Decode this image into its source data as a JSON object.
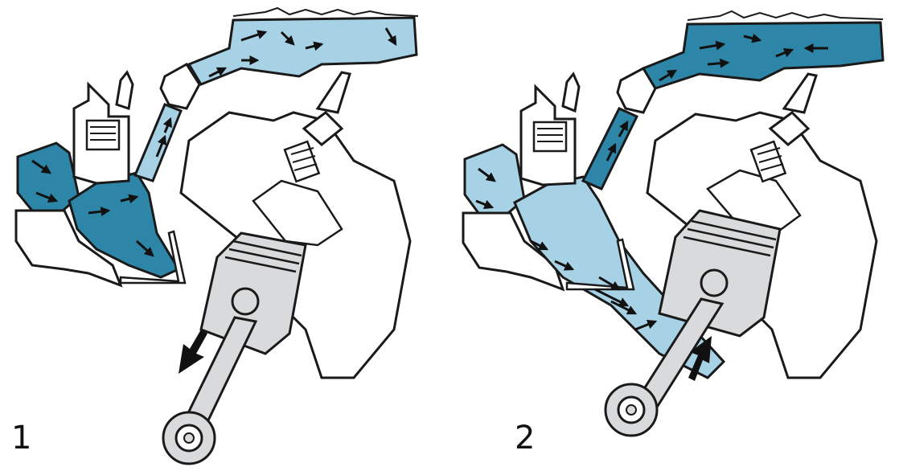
{
  "panels": [
    {
      "label": "1",
      "piston_direction": "down",
      "fill_transfer": "#2d86a8",
      "fill_crankcase": "#2d86a8",
      "fill_cylinder": "#a7d2e6"
    },
    {
      "label": "2",
      "piston_direction": "up",
      "fill_transfer": "#2d86a8",
      "fill_crankcase": "#a7d2e6",
      "fill_cylinder": "#a7d2e6"
    }
  ],
  "colors": {
    "outline": "#1a1a1a",
    "casting": "#ffffff",
    "piston": "#d9dadb",
    "dark_charge": "#2d86a8",
    "light_charge": "#a7d2e6",
    "arrow": "#111111"
  },
  "icons": {
    "flow_arrow": "curved-flow-arrow",
    "motion_arrow": "bold-direction-arrow"
  }
}
